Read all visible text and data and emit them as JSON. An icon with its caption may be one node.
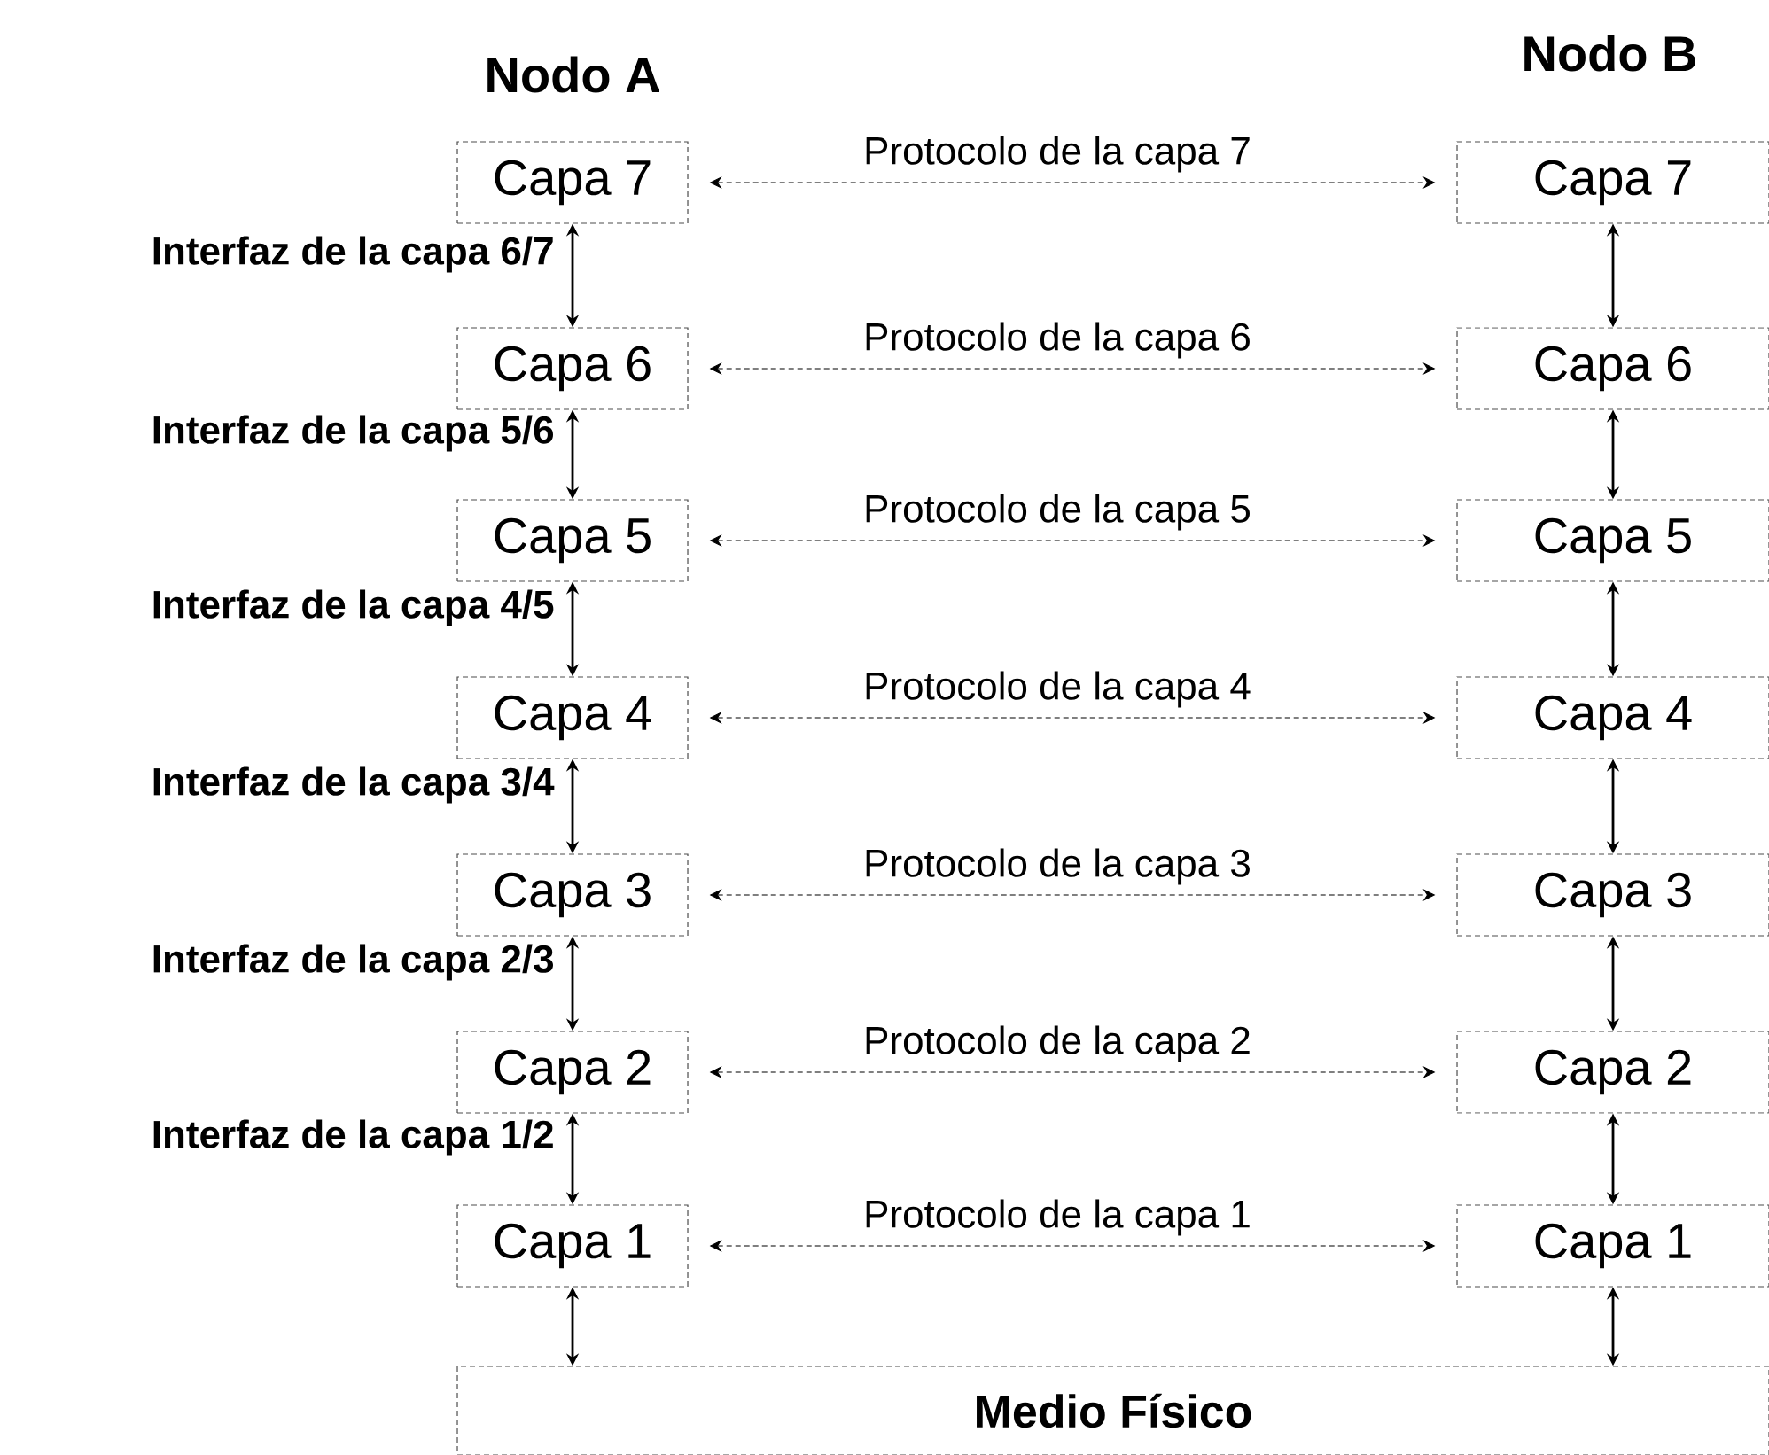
{
  "diagram": {
    "nodes": [
      {
        "text": [
          "Capa 7"
        ]
      },
      {
        "text": [
          "Capa 6"
        ]
      },
      {
        "text": [
          "Capa 5"
        ]
      },
      {
        "text": [
          "Capa 4"
        ]
      },
      {
        "text": [
          "Capa 3"
        ]
      },
      {
        "text": [
          "Capa 2"
        ]
      },
      {
        "text": [
          "Capa 1"
        ]
      },
      {
        "text": [
          "Capa 7"
        ]
      },
      {
        "text": [
          "Capa 6"
        ]
      },
      {
        "text": [
          "Capa 5"
        ]
      },
      {
        "text": [
          "Capa 4"
        ]
      },
      {
        "text": [
          "Capa 3"
        ]
      },
      {
        "text": [
          "Capa 2"
        ]
      },
      {
        "text": [
          "Capa 1"
        ]
      },
      {
        "text": [
          "Medio Físico"
        ]
      }
    ],
    "edges": [
      {
        "from": 0,
        "to": 7,
        "arrow": "both",
        "style": "dashed",
        "label": "Protocolo de la capa 7"
      },
      {
        "from": 1,
        "to": 8,
        "arrow": "both",
        "style": "dashed",
        "label": "Protocolo de la capa 6"
      },
      {
        "from": 2,
        "to": 9,
        "arrow": "both",
        "style": "dashed",
        "label": "Protocolo de la capa 5"
      },
      {
        "from": 3,
        "to": 10,
        "arrow": "both",
        "style": "dashed",
        "label": "Protocolo de la capa 4"
      },
      {
        "from": 4,
        "to": 11,
        "arrow": "both",
        "style": "dashed",
        "label": "Protocolo de la capa 3"
      },
      {
        "from": 5,
        "to": 12,
        "arrow": "both",
        "style": "dashed",
        "label": "Protocolo de la capa 2"
      },
      {
        "from": 6,
        "to": 13,
        "arrow": "both",
        "style": "dashed",
        "label": "Protocolo de la capa 1"
      },
      {
        "from": 0,
        "to": 1,
        "arrow": "both",
        "label": "Interfaz de la capa 6/7"
      },
      {
        "from": 1,
        "to": 2,
        "arrow": "both",
        "label": "Interfaz de la capa 5/6"
      },
      {
        "from": 2,
        "to": 3,
        "arrow": "both",
        "label": "Interfaz de la capa 4/5"
      },
      {
        "from": 3,
        "to": 4,
        "arrow": "both",
        "label": "Interfaz de la capa 3/4"
      },
      {
        "from": 4,
        "to": 5,
        "arrow": "both",
        "label": "Interfaz de la capa 2/3"
      },
      {
        "from": 5,
        "to": 6,
        "arrow": "both",
        "label": "Interfaz de la capa 1/2"
      },
      {
        "from": 7,
        "to": 8,
        "arrow": "both"
      },
      {
        "from": 8,
        "to": 9,
        "arrow": "both"
      },
      {
        "from": 9,
        "to": 10,
        "arrow": "both"
      },
      {
        "from": 10,
        "to": 11,
        "arrow": "both"
      },
      {
        "from": 11,
        "to": 12,
        "arrow": "both"
      },
      {
        "from": 12,
        "to": 13,
        "arrow": "both"
      },
      {
        "from": 6,
        "to": 14,
        "arrow": "both"
      },
      {
        "from": 13,
        "to": 14,
        "arrow": "both"
      }
    ],
    "labels": [
      "Nodo B",
      "Nodo A"
    ]
  }
}
